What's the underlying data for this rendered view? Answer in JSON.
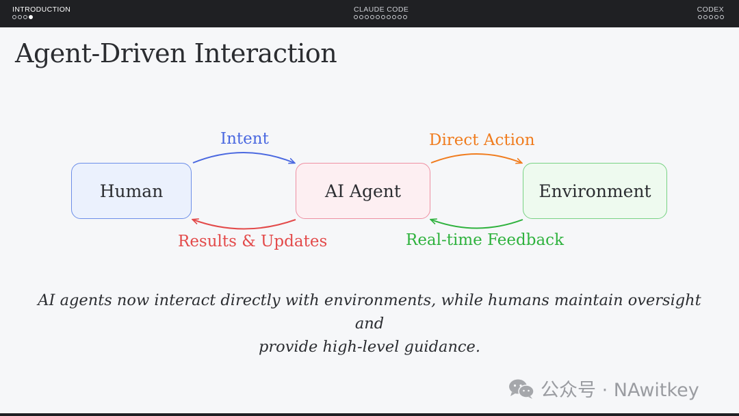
{
  "nav": {
    "sections": [
      {
        "label": "INTRODUCTION",
        "dots_total": 4,
        "dots_filled_index": 3
      },
      {
        "label": "CLAUDE CODE",
        "dots_total": 10,
        "dots_filled_index": -1
      },
      {
        "label": "CODEX",
        "dots_total": 5,
        "dots_filled_index": -1
      }
    ]
  },
  "slide": {
    "title": "Agent-Driven Interaction",
    "caption_line1": "AI agents now interact directly with environments, while humans maintain oversight and",
    "caption_line2": "provide high-level guidance."
  },
  "diagram": {
    "nodes": {
      "human": "Human",
      "agent": "AI Agent",
      "environment": "Environment"
    },
    "edges": {
      "intent": {
        "label": "Intent",
        "color": "#4a68e0"
      },
      "direct_action": {
        "label": "Direct Action",
        "color": "#f07c1e"
      },
      "results": {
        "label": "Results & Updates",
        "color": "#e34a4a"
      },
      "feedback": {
        "label": "Real-time Feedback",
        "color": "#2fb23e"
      }
    }
  },
  "watermark": {
    "text": "公众号 · NAwitkey",
    "icon": "wechat-icon"
  }
}
